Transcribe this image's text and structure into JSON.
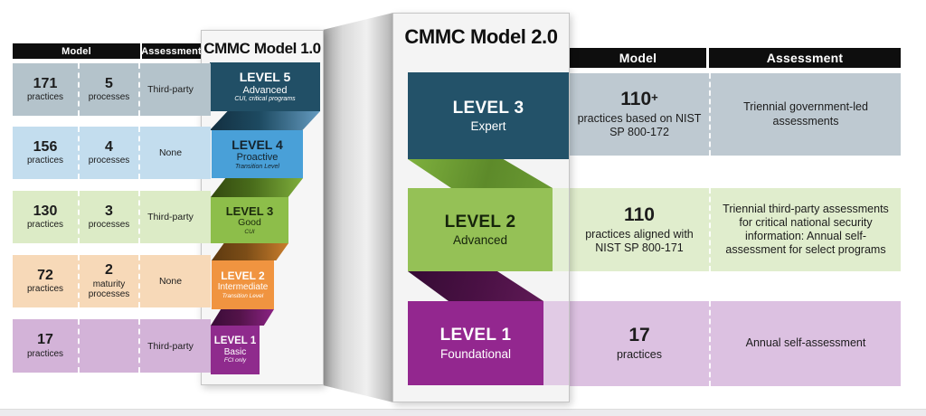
{
  "left_table": {
    "headers": {
      "model": "Model",
      "assessment": "Assessment"
    },
    "rows": [
      {
        "practices": "171",
        "practices_label": "practices",
        "processes": "5",
        "processes_label": "processes",
        "assessment": "Third-party",
        "color": "#b4c3cb"
      },
      {
        "practices": "156",
        "practices_label": "practices",
        "processes": "4",
        "processes_label": "processes",
        "assessment": "None",
        "color": "#c3ddee"
      },
      {
        "practices": "130",
        "practices_label": "practices",
        "processes": "3",
        "processes_label": "processes",
        "assessment": "Third-party",
        "color": "#dcebc6"
      },
      {
        "practices": "72",
        "practices_label": "practices",
        "processes": "2",
        "processes_label": "maturity processes",
        "assessment": "None",
        "color": "#f7d9b8"
      },
      {
        "practices": "17",
        "practices_label": "practices",
        "processes": "",
        "processes_label": "",
        "assessment": "Third-party",
        "color": "#d3b3d8"
      }
    ]
  },
  "model_1": {
    "title": "CMMC Model 1.0",
    "levels": [
      {
        "name": "LEVEL 5",
        "label": "Advanced",
        "sub": "CUI, critical programs",
        "color": "#214f66"
      },
      {
        "name": "LEVEL 4",
        "label": "Proactive",
        "sub": "Transition Level",
        "color": "#49a0d8"
      },
      {
        "name": "LEVEL 3",
        "label": "Good",
        "sub": "CUI",
        "color": "#8dbe4a"
      },
      {
        "name": "LEVEL 2",
        "label": "Intermediate",
        "sub": "Transition Level",
        "color": "#f09440"
      },
      {
        "name": "LEVEL 1",
        "label": "Basic",
        "sub": "FCI only",
        "color": "#8f2b8d"
      }
    ]
  },
  "model_2": {
    "title": "CMMC Model 2.0",
    "levels": [
      {
        "name": "LEVEL 3",
        "label": "Expert",
        "color": "#235269"
      },
      {
        "name": "LEVEL 2",
        "label": "Advanced",
        "color": "#95c156"
      },
      {
        "name": "LEVEL 1",
        "label": "Foundational",
        "color": "#93278f"
      }
    ]
  },
  "right_table": {
    "headers": {
      "model": "Model",
      "assessment": "Assessment"
    },
    "rows": [
      {
        "number": "110",
        "number_suffix": "+",
        "desc": "practices based on NIST SP 800-172",
        "assessment": "Triennial government-led assessments",
        "color": "#bec9d1"
      },
      {
        "number": "110",
        "number_suffix": "",
        "desc": "practices aligned with NIST SP 800-171",
        "assessment": "Triennial third-party assessments for critical national security information: Annual self-assessment for select programs",
        "color": "#e0edcd"
      },
      {
        "number": "17",
        "number_suffix": "",
        "desc": "practices",
        "assessment": "Annual self-assessment",
        "color": "#dcc1e1"
      }
    ]
  }
}
